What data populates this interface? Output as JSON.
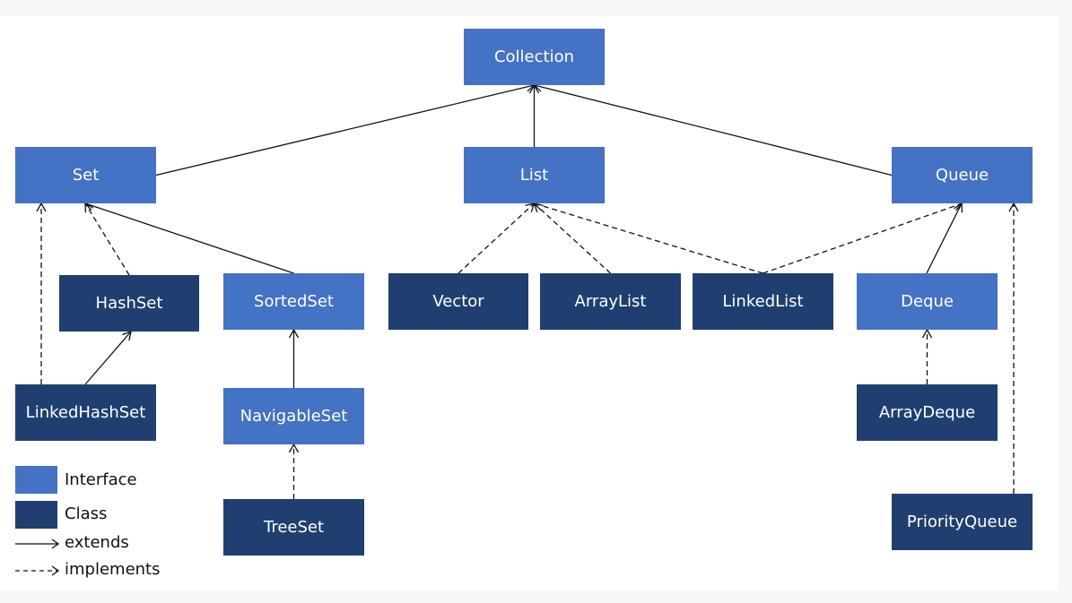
{
  "colors": {
    "interface": "#4472c4",
    "class": "#203f70",
    "edge": "#111111",
    "text": "#ffffff"
  },
  "nodes": {
    "collection": "Collection",
    "set": "Set",
    "list": "List",
    "queue": "Queue",
    "hashset": "HashSet",
    "sortedset": "SortedSet",
    "vector": "Vector",
    "arraylist": "ArrayList",
    "linkedlist": "LinkedList",
    "deque": "Deque",
    "linkedhashset": "LinkedHashSet",
    "navigableset": "NavigableSet",
    "arraydeque": "ArrayDeque",
    "treeset": "TreeSet",
    "priorityqueue": "PriorityQueue"
  },
  "legend": {
    "interface": "Interface",
    "class": "Class",
    "extends": "extends",
    "implements": "implements"
  },
  "edges": [
    {
      "from": "set",
      "to": "collection",
      "kind": "extends"
    },
    {
      "from": "list",
      "to": "collection",
      "kind": "extends"
    },
    {
      "from": "queue",
      "to": "collection",
      "kind": "extends"
    },
    {
      "from": "hashset",
      "to": "set",
      "kind": "implements"
    },
    {
      "from": "sortedset",
      "to": "set",
      "kind": "extends"
    },
    {
      "from": "linkedhashset",
      "to": "set",
      "kind": "implements"
    },
    {
      "from": "linkedhashset",
      "to": "hashset",
      "kind": "extends"
    },
    {
      "from": "navigableset",
      "to": "sortedset",
      "kind": "extends"
    },
    {
      "from": "treeset",
      "to": "navigableset",
      "kind": "implements"
    },
    {
      "from": "vector",
      "to": "list",
      "kind": "implements"
    },
    {
      "from": "arraylist",
      "to": "list",
      "kind": "implements"
    },
    {
      "from": "linkedlist",
      "to": "list",
      "kind": "implements"
    },
    {
      "from": "linkedlist",
      "to": "queue",
      "kind": "implements"
    },
    {
      "from": "deque",
      "to": "queue",
      "kind": "extends"
    },
    {
      "from": "arraydeque",
      "to": "deque",
      "kind": "implements"
    },
    {
      "from": "priorityqueue",
      "to": "queue",
      "kind": "implements"
    }
  ]
}
